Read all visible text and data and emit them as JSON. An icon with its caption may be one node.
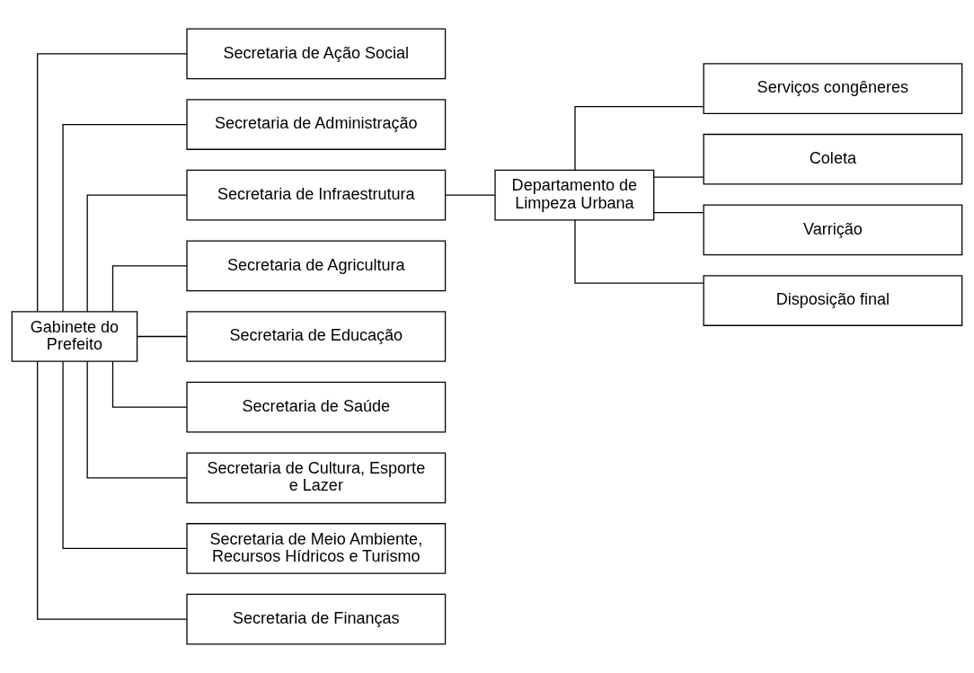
{
  "diagram": {
    "nodes": [
      {
        "text": [
          "Gabinete do Prefeito"
        ]
      },
      {
        "text": [
          "Secretaria de Ação Social"
        ]
      },
      {
        "text": [
          "Secretaria de Administração"
        ]
      },
      {
        "text": [
          "Secretaria de Infraestrutura"
        ]
      },
      {
        "text": [
          "Secretaria de Agricultura"
        ]
      },
      {
        "text": [
          "Secretaria de Educação"
        ]
      },
      {
        "text": [
          "Secretaria de Saúde"
        ]
      },
      {
        "text": [
          "Secretaria de Cultura, Esporte e Lazer"
        ]
      },
      {
        "text": [
          "Secretaria de Meio Ambiente, Recursos Hídricos e Turismo"
        ]
      },
      {
        "text": [
          "Secretaria de Finanças"
        ]
      },
      {
        "text": [
          "Departamento de Limpeza Urbana"
        ]
      },
      {
        "text": [
          "Serviços congêneres"
        ]
      },
      {
        "text": [
          "Coleta"
        ]
      },
      {
        "text": [
          "Varrição"
        ]
      },
      {
        "text": [
          "Disposição final"
        ]
      }
    ],
    "edges": [
      {
        "from": 0,
        "to": 1,
        "arrow": "none"
      },
      {
        "from": 0,
        "to": 2,
        "arrow": "none"
      },
      {
        "from": 0,
        "to": 3,
        "arrow": "none"
      },
      {
        "from": 0,
        "to": 4,
        "arrow": "none"
      },
      {
        "from": 0,
        "to": 5,
        "arrow": "none"
      },
      {
        "from": 0,
        "to": 6,
        "arrow": "none"
      },
      {
        "from": 0,
        "to": 7,
        "arrow": "none"
      },
      {
        "from": 0,
        "to": 8,
        "arrow": "none"
      },
      {
        "from": 0,
        "to": 9,
        "arrow": "none"
      },
      {
        "from": 3,
        "to": 10,
        "arrow": "none"
      },
      {
        "from": 10,
        "to": 11,
        "arrow": "none"
      },
      {
        "from": 10,
        "to": 12,
        "arrow": "none"
      },
      {
        "from": 10,
        "to": 13,
        "arrow": "none"
      },
      {
        "from": 10,
        "to": 14,
        "arrow": "none"
      }
    ]
  }
}
